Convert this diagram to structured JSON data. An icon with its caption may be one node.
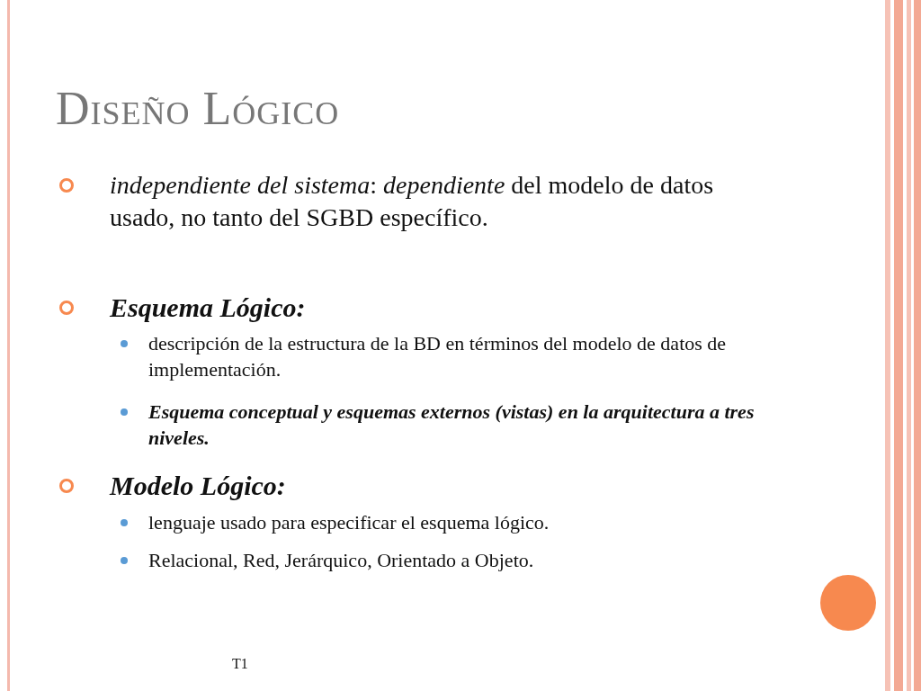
{
  "diagram": {
    "title": "Diseño Lógico",
    "labels": [
      "*independiente del sistema*: *dependiente* del modelo de datos usado, no tanto del SGBD específico.",
      "Esquema Lógico:",
      "descripción de la estructura de la BD en términos del modelo de datos de implementación.",
      "Esquema conceptual y esquemas externos (vistas) en la arquitectura a tres niveles.",
      "Modelo Lógico:",
      "lenguaje usado para especificar el esquema lógico.",
      "Relacional, Red, Jerárquico, Orientado a Objeto.",
      "T1"
    ]
  }
}
